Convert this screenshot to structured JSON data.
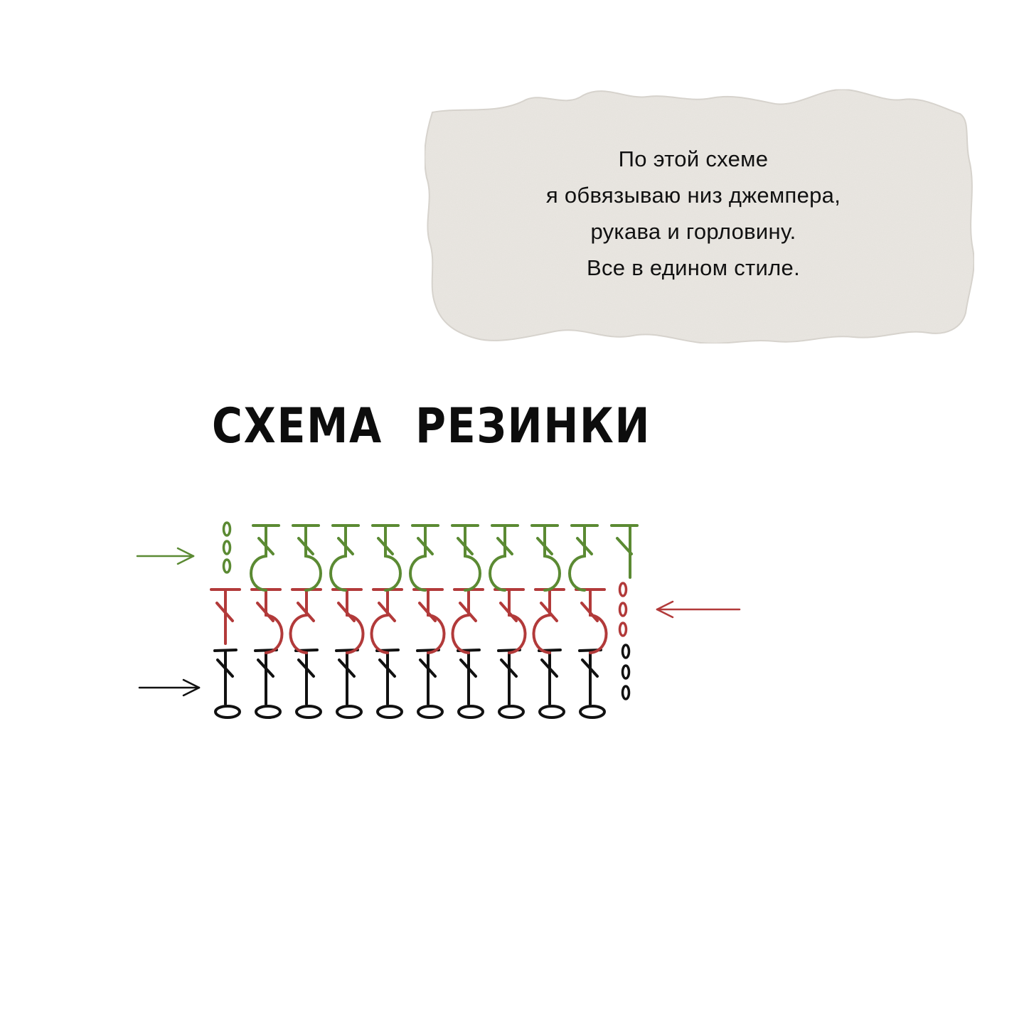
{
  "note": {
    "lines": [
      "По этой схеме",
      "я обвязываю низ джемпера,",
      "рукава и горловину.",
      "Все в едином стиле."
    ]
  },
  "diagram": {
    "title": "СХЕМА   РЕЗИНКИ",
    "colors": {
      "row1": "#111111",
      "row2": "#b23a3a",
      "row3": "#5b8a33",
      "paper": "#e9e6e1",
      "paper_edge": "#d8d4ce"
    },
    "rows": [
      {
        "name": "row-1",
        "color_key": "row1",
        "direction": "right",
        "foundation_chains": 10,
        "turning_chains": 3,
        "double_crochets": 10
      },
      {
        "name": "row-2",
        "color_key": "row2",
        "direction": "left",
        "turning_chains": 3,
        "post_stitches": 10
      },
      {
        "name": "row-3",
        "color_key": "row3",
        "direction": "right",
        "turning_chains": 3,
        "post_stitches": 10
      }
    ]
  }
}
